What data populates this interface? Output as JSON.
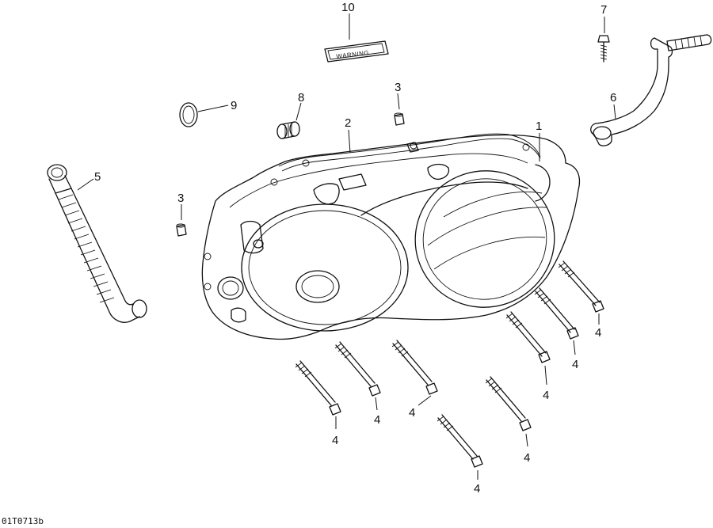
{
  "diagram": {
    "reference_code": "01T0713b",
    "warning_label_text": "WARNING",
    "callouts": {
      "cover": "1",
      "gasket": "2",
      "dowel_upper": "3",
      "dowel_left": "3",
      "screw": "4",
      "duct": "5",
      "lever": "6",
      "lever_screw": "7",
      "bushing": "8",
      "o_ring": "9",
      "warning_label": "10"
    }
  }
}
